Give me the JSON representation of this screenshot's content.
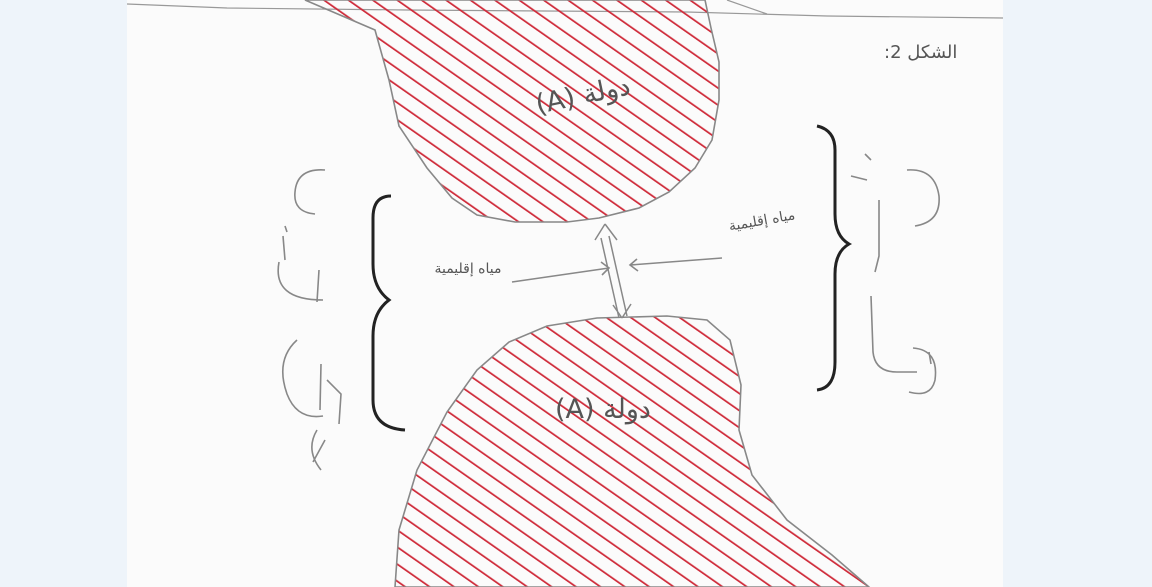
{
  "figure": {
    "heading": "الشكل 2:",
    "state_top": "دولة (A)",
    "state_bottom": "دولة (A)",
    "waters_left": "مياه إقليمية",
    "waters_right": "مياه إقليمية"
  },
  "colors": {
    "page_bg": "#eef4fa",
    "paper": "#fbfbfb",
    "hatch": "#cf2b3a",
    "pencil": "#7a7a7a",
    "ink": "#222222"
  }
}
